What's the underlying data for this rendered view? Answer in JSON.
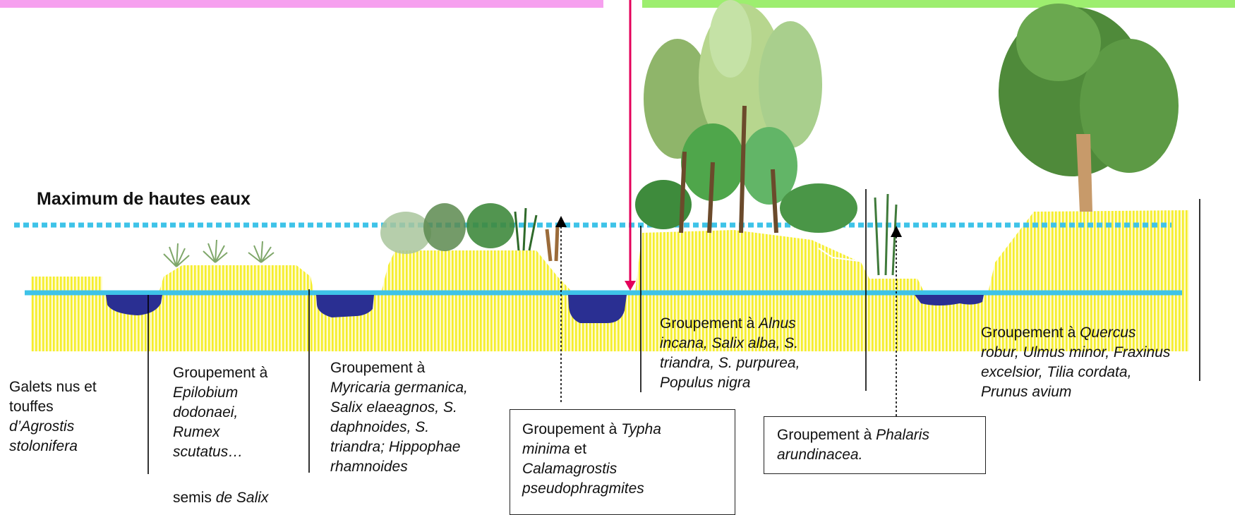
{
  "annotations": {
    "max_water": "Maximum de hautes eaux"
  },
  "groups": {
    "galets": {
      "line1": "Galets nus et",
      "line2": "touffes",
      "italic1": "d’Agrostis",
      "italic2": "stolonifera"
    },
    "epilobium": {
      "prefix": "Groupement à",
      "italic1": "Epilobium",
      "italic2": "dodonaei,",
      "italic3": "Rumex",
      "italic4": "scutatus…",
      "semis_prefix": "semis ",
      "semis_italic": "de Salix"
    },
    "myricaria": {
      "prefix": "Groupement à",
      "italic1": "Myricaria germanica,",
      "italic2": "Salix elaeagnos, S.",
      "italic3": "daphnoides, S.",
      "italic4": "triandra; Hippophae",
      "italic5": "rhamnoides"
    },
    "typha": {
      "prefix": "Groupement à ",
      "italic1": "Typha",
      "italic2": "minima",
      "mid": " et",
      "italic3": "Calamagrostis",
      "italic4": "pseudophragmites"
    },
    "alnus": {
      "prefix": "Groupement à ",
      "italic1": "Alnus",
      "italic2": "incana, Salix alba, S.",
      "italic3": "triandra, S. purpurea,",
      "italic4": "Populus nigra"
    },
    "phalaris": {
      "prefix": "Groupement à ",
      "italic1": "Phalaris",
      "italic2": "arundinacea."
    },
    "quercus": {
      "prefix": "Groupement à ",
      "italic1": "Quercus",
      "italic2": "robur, Ulmus minor, Fraxinus",
      "italic3": "excelsior, Tilia cordata,",
      "italic4": "Prunus avium"
    }
  },
  "colors": {
    "water_line": "#3ec3e8",
    "water_pool": "#2a2f92",
    "ground_yellow": "#f5ee2c",
    "top_left_bar": "#f6a0ef",
    "top_right_bar": "#9dee6f",
    "arrow_pink": "#e4005a"
  }
}
